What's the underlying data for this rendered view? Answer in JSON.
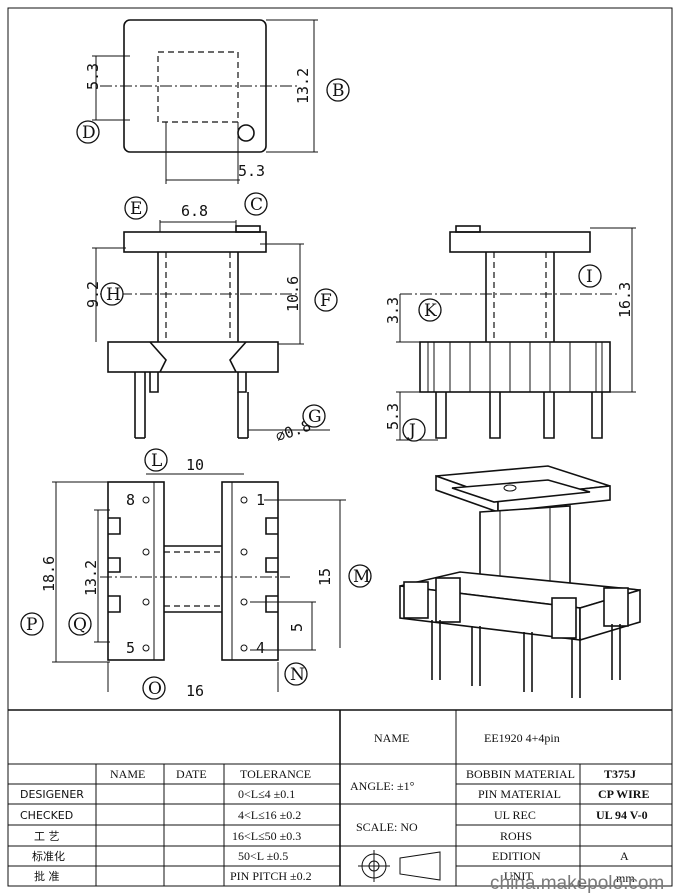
{
  "views": {
    "top": {
      "label_d": "D",
      "label_b": "B",
      "label_c": "C",
      "dim_height": "5.3",
      "dim_width": "5.3",
      "dim_total": "13.2"
    },
    "front": {
      "label_e": "E",
      "label_c": "C",
      "label_h": "H",
      "label_f": "F",
      "label_g": "G",
      "dim_top": "6.8",
      "dim_left": "9.2",
      "dim_right": "10.6",
      "dim_pin": "∅0.8"
    },
    "side": {
      "label_i": "I",
      "label_k": "K",
      "label_j": "J",
      "dim_upper": "3.3",
      "dim_total": "16.3",
      "dim_pin": "5.3"
    },
    "bottom": {
      "label_l": "L",
      "label_m": "M",
      "label_n": "N",
      "label_o": "O",
      "label_p": "P",
      "label_q": "Q",
      "dim_top": "10",
      "dim_left": "18.6",
      "dim_inner": "13.2",
      "dim_span": "15",
      "dim_pitch": "5",
      "dim_bottom": "16",
      "pin_8": "8",
      "pin_1": "1",
      "pin_5": "5",
      "pin_4": "4"
    }
  },
  "title_block": {
    "name_label": "NAME",
    "name_value": "EE1920    4+4pin",
    "angle_label": "ANGLE:  ±1°",
    "scale_label": "SCALE:  NO",
    "headers": [
      "NAME",
      "DATE",
      "TOLERANCE"
    ],
    "rows": [
      {
        "label": "DESIGENER",
        "tolerance": "0<L≤4   ±0.1"
      },
      {
        "label": "CHECKED",
        "tolerance": "4<L≤16  ±0.2"
      },
      {
        "label": "工  艺",
        "tolerance": "16<L≤50  ±0.3"
      },
      {
        "label": "标准化",
        "tolerance": "50<L      ±0.5"
      },
      {
        "label": "批  准",
        "tolerance": "PIN PITCH  ±0.2"
      }
    ],
    "materials": [
      {
        "label": "BOBBIN MATERIAL",
        "value": "T375J"
      },
      {
        "label": "PIN MATERIAL",
        "value": "CP WIRE"
      },
      {
        "label": "UL REC",
        "value": "UL 94 V-0"
      },
      {
        "label": "ROHS",
        "value": ""
      },
      {
        "label": "EDITION",
        "value": "A"
      },
      {
        "label": "UNIT",
        "value": "mm"
      }
    ]
  },
  "watermark": "china.makepolo.com"
}
